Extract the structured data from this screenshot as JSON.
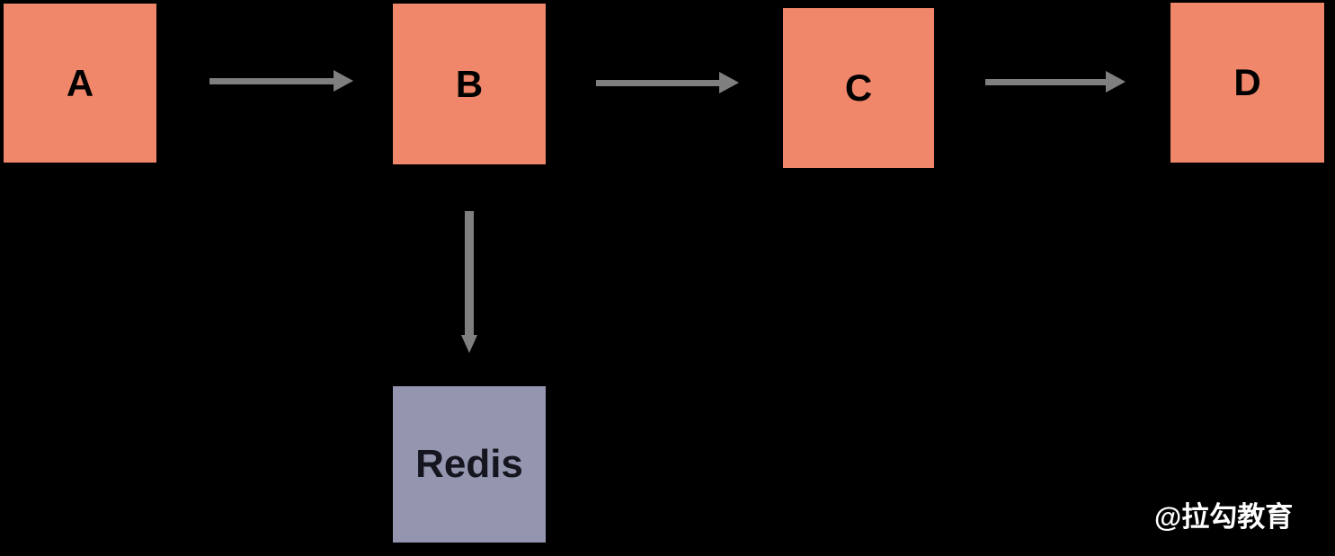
{
  "diagram": {
    "background": "#000000",
    "nodes": [
      {
        "id": "A",
        "label": "A",
        "fill": "#F0876A",
        "text_color": "#000000"
      },
      {
        "id": "B",
        "label": "B",
        "fill": "#F0876A",
        "text_color": "#000000"
      },
      {
        "id": "C",
        "label": "C",
        "fill": "#F0876A",
        "text_color": "#000000"
      },
      {
        "id": "D",
        "label": "D",
        "fill": "#F0876A",
        "text_color": "#000000"
      },
      {
        "id": "Redis",
        "label": "Redis",
        "fill": "#9496B0",
        "text_color": "#15151F"
      }
    ],
    "edges": [
      {
        "from": "A",
        "to": "B",
        "direction": "right",
        "color": "#7F7F7F"
      },
      {
        "from": "B",
        "to": "C",
        "direction": "right",
        "color": "#7F7F7F"
      },
      {
        "from": "C",
        "to": "D",
        "direction": "right",
        "color": "#7F7F7F"
      },
      {
        "from": "B",
        "to": "Redis",
        "direction": "down",
        "color": "#7F7F7F"
      }
    ]
  },
  "watermark": {
    "text": "@拉勾教育",
    "color": "#FFFFFF"
  }
}
